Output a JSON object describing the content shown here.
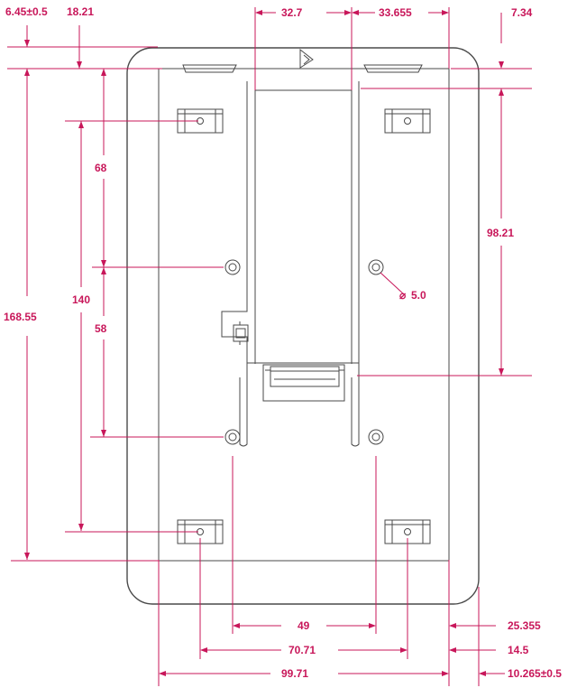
{
  "drawing": {
    "line_color": "#4a4a4a",
    "dimension_color": "#c8175a"
  },
  "dimensions": {
    "top_offset": "6.45±0.5",
    "top_edge": "18.21",
    "slot_left": "32.7",
    "slot_right": "33.655",
    "right_top": "7.34",
    "height_total": "168.55",
    "height_holes": "140",
    "upper_mount": "68",
    "lower_mount": "58",
    "connector_height": "98.21",
    "hole_diameter": "5.0",
    "width_inner_holes": "49",
    "width_outer_holes": "70.71",
    "width_panel": "99.71",
    "right_25": "25.355",
    "right_14": "14.5",
    "right_10": "10.265±0.5"
  }
}
